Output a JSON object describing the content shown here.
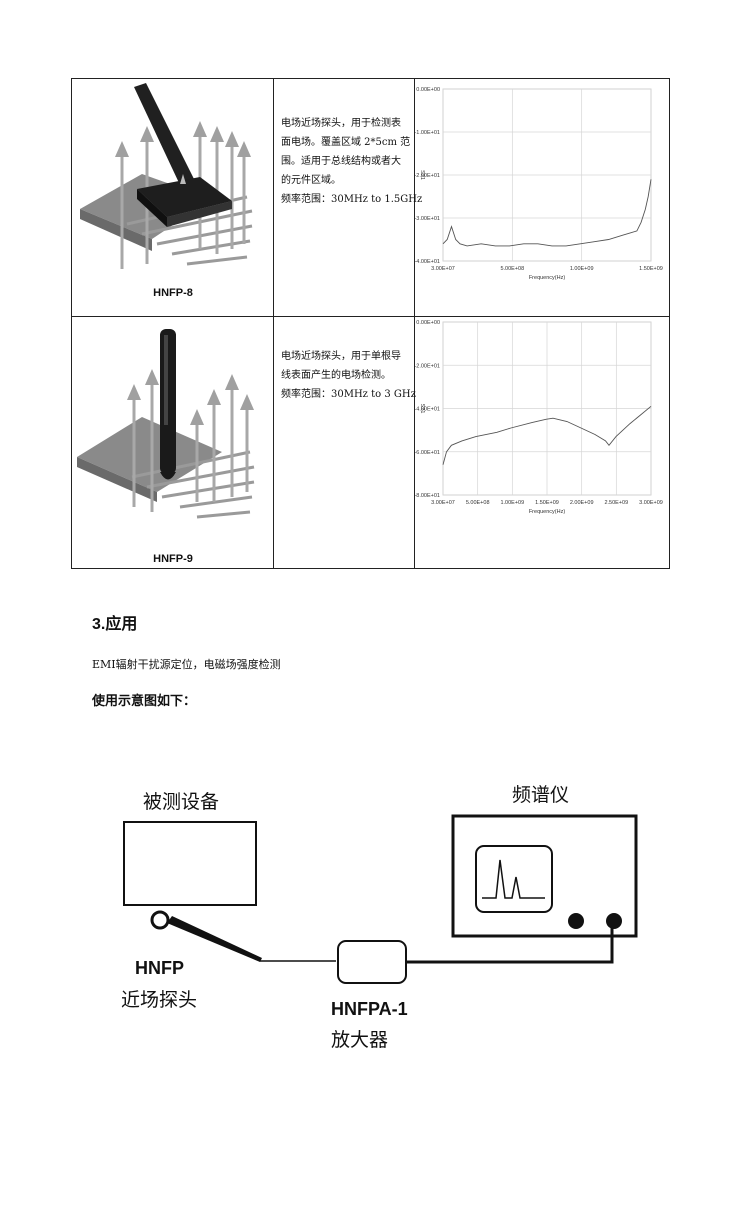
{
  "probes": [
    {
      "model": "HNFP-8",
      "lines": [
        "电场近场探头，用于检测表",
        "面电场。覆盖区域 2*5cm 范",
        "围。适用于总线结构或者大",
        "的元件区域。",
        "频率范围：30MHz to 1.5GHz"
      ]
    },
    {
      "model": "HNFP-9",
      "lines": [
        "电场近场探头，用于单根导",
        "线表面产生的电场检测。",
        "频率范围：30MHz to 3 GHz"
      ]
    }
  ],
  "chart_data": [
    {
      "type": "line",
      "xlabel": "Frequency(Hz)",
      "ylabel": "S21",
      "y_ticks": [
        "0.00E+00",
        "-1.00E+01",
        "-2.00E+01",
        "-3.00E+01",
        "-4.00E+01"
      ],
      "x_ticks": [
        "3.00E+07",
        "5.00E+08",
        "1.00E+09",
        "1.50E+09"
      ],
      "xlim": [
        30000000,
        1500000000
      ],
      "ylim": [
        -40,
        0
      ],
      "x": [
        30000000,
        60000000,
        90000000,
        120000000,
        150000000,
        200000000,
        300000000,
        400000000,
        500000000,
        600000000,
        700000000,
        800000000,
        900000000,
        1000000000,
        1100000000,
        1200000000,
        1300000000,
        1350000000,
        1400000000,
        1430000000,
        1460000000,
        1480000000,
        1500000000
      ],
      "values": [
        -36,
        -35,
        -32,
        -35,
        -36,
        -36.5,
        -36,
        -36.5,
        -36.5,
        -36,
        -36,
        -36.5,
        -36.5,
        -36,
        -35.5,
        -35,
        -34,
        -33.5,
        -33,
        -31,
        -28,
        -25,
        -21
      ],
      "grid": true
    },
    {
      "type": "line",
      "xlabel": "Frequency(Hz)",
      "ylabel": "S21",
      "y_ticks": [
        "0.00E+00",
        "-2.00E+01",
        "-4.00E+01",
        "-6.00E+01",
        "-8.00E+01"
      ],
      "x_ticks": [
        "3.00E+07",
        "5.00E+08",
        "1.00E+09",
        "1.50E+09",
        "2.00E+09",
        "2.50E+09",
        "3.00E+09"
      ],
      "xlim": [
        30000000,
        3000000000
      ],
      "ylim": [
        -80,
        0
      ],
      "x": [
        30000000,
        80000000,
        150000000,
        300000000,
        500000000,
        800000000,
        1000000000,
        1300000000,
        1500000000,
        1600000000,
        1800000000,
        2000000000,
        2200000000,
        2350000000,
        2400000000,
        2500000000,
        2700000000,
        2850000000,
        3000000000
      ],
      "values": [
        -66,
        -60,
        -57,
        -55,
        -53,
        -51,
        -49,
        -46.5,
        -45,
        -44.5,
        -46,
        -49,
        -52,
        -55,
        -57,
        -53,
        -47,
        -43,
        -39
      ],
      "grid": true
    }
  ],
  "section": {
    "heading": "3.应用",
    "application": "EMI辐射干扰源定位，电磁场强度检测",
    "intro": "使用示意图如下："
  },
  "diagram": {
    "dut_label": "被测设备",
    "analyzer_label": "频谱仪",
    "probe_model": "HNFP",
    "probe_name": "近场探头",
    "amp_model": "HNFPA-1",
    "amp_name": "放大器"
  }
}
